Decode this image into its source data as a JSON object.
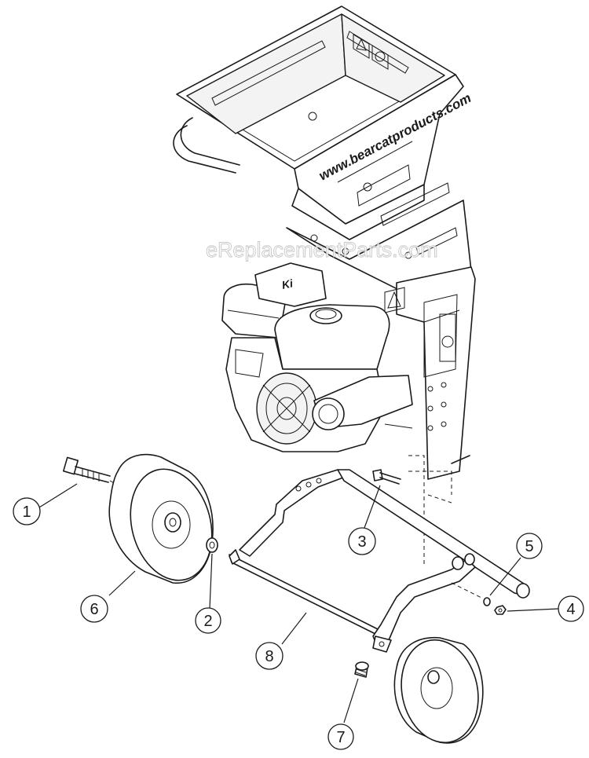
{
  "watermark": "eReplacementParts.com",
  "hopper_url": "www.bearcatproducts.com",
  "engine_labels": {
    "engine_badge": "Ki"
  },
  "callouts": [
    {
      "id": "1",
      "label": "1"
    },
    {
      "id": "2",
      "label": "2"
    },
    {
      "id": "3",
      "label": "3"
    },
    {
      "id": "4",
      "label": "4"
    },
    {
      "id": "5",
      "label": "5"
    },
    {
      "id": "6",
      "label": "6"
    },
    {
      "id": "7",
      "label": "7"
    },
    {
      "id": "8",
      "label": "8"
    }
  ]
}
